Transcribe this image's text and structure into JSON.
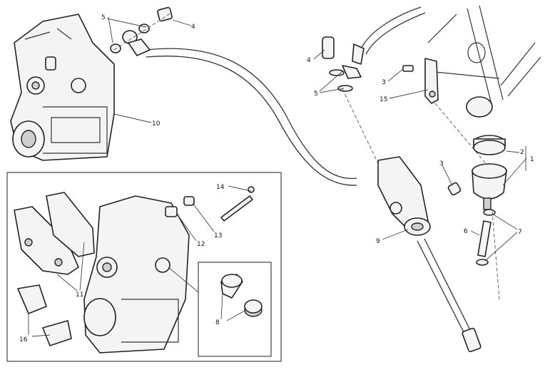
{
  "callouts": {
    "c5a": "5",
    "c4a": "4",
    "c10": "10",
    "c4b": "4",
    "c5b": "5",
    "c3a": "3",
    "c15": "15",
    "c2": "2",
    "c1": "1",
    "c3b": "3",
    "c7": "7",
    "c6": "6",
    "c9": "9",
    "c14": "14",
    "c13": "13",
    "c12": "12",
    "c11": "11",
    "c16": "16",
    "c8": "8"
  }
}
